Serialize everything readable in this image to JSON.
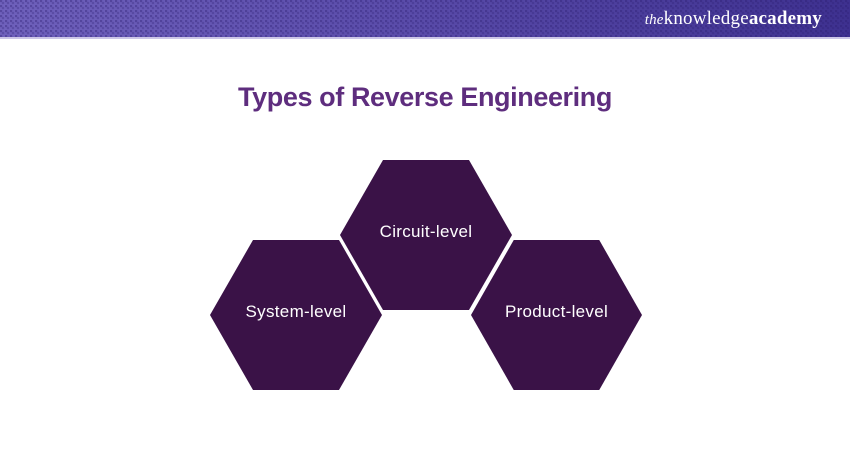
{
  "header": {
    "logo_the": "the",
    "logo_knowledge": "knowledge",
    "logo_academy": "academy"
  },
  "title": "Types of Reverse Engineering",
  "colors": {
    "topbar_gradient_left": "#6F61BC",
    "topbar_gradient_right": "#3E3190",
    "topbar_underline": "#CCC6E7",
    "title_text": "#5E2D7E",
    "hexagon_fill": "#3A1247",
    "hexagon_text": "#FFFFFF"
  },
  "diagram": {
    "nodes": [
      {
        "label": "Circuit-level"
      },
      {
        "label": "System-level"
      },
      {
        "label": "Product-level"
      }
    ]
  }
}
